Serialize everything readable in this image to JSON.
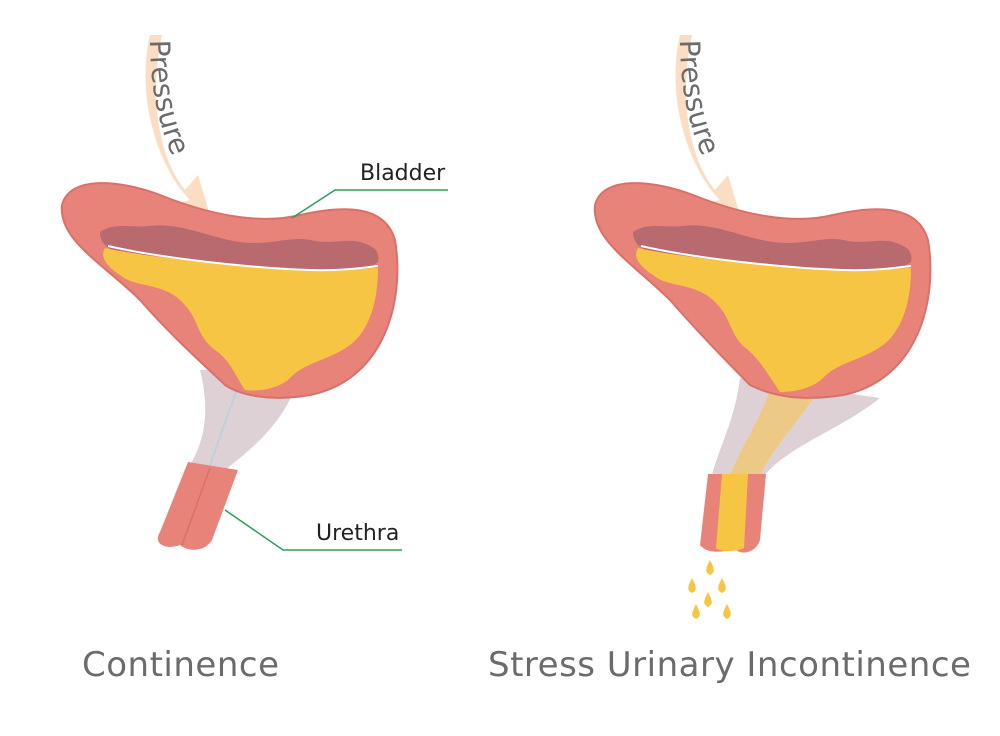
{
  "labels": {
    "bladder": "Bladder",
    "urethra": "Urethra",
    "pressure_left": "Pressure",
    "pressure_right": "Pressure"
  },
  "captions": {
    "left": "Continence",
    "right": "Stress Urinary Incontinence"
  },
  "colors": {
    "bladder_wall": "#E8837A",
    "bladder_wall_outline": "#D9716A",
    "inner_lining": "#B86A6E",
    "urine": "#F7C544",
    "urethra_sheath": "#D8C9CF",
    "urethra_tube": "#E8837A",
    "arrow": "#FAD9BC",
    "leader_line": "#2E9E57",
    "caption_text": "#6b6b6b",
    "label_text": "#222222"
  },
  "icons": {
    "arrow": "curved-pressure-arrow",
    "droplet": "urine-droplet-icon"
  }
}
